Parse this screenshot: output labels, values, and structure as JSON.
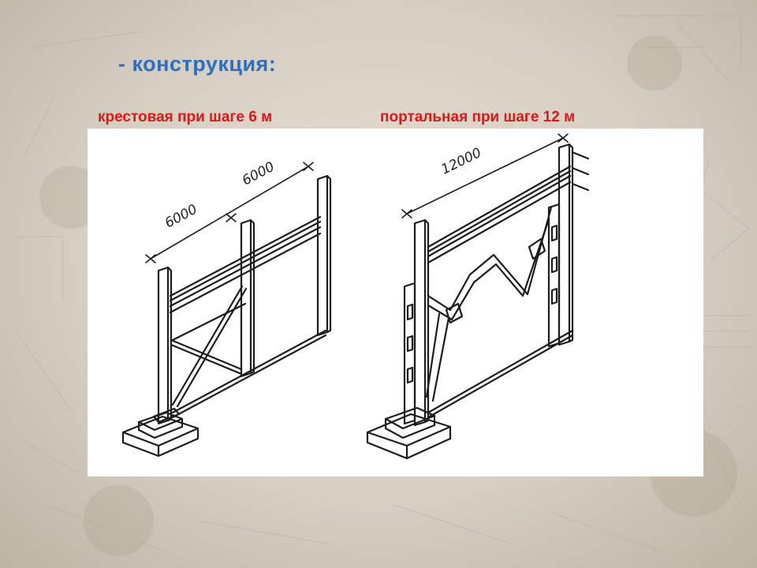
{
  "slide": {
    "title": "- конструкция:",
    "captions": {
      "left": "крестовая при шаге 6 м",
      "right": "портальная при шаге 12 м"
    }
  },
  "drawings": {
    "left": {
      "dimensions": [
        "6000",
        "6000"
      ]
    },
    "right": {
      "dimensions": [
        "12000"
      ]
    }
  }
}
